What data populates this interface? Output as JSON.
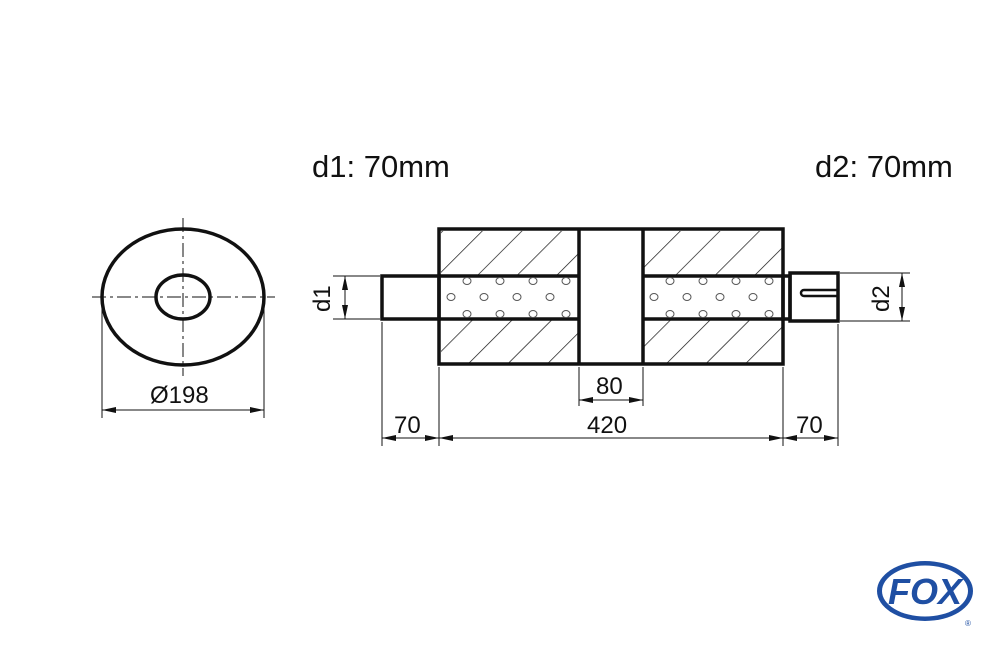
{
  "labels": {
    "d1_title": "d1: 70mm",
    "d2_title": "d2: 70mm",
    "d1": "d1",
    "d2": "d2",
    "diameter": "Ø198",
    "inlet_length": "70",
    "body_length": "420",
    "chamber_gap": "80",
    "outlet_length": "70"
  },
  "logo": {
    "text": "FOX",
    "registered": "®",
    "color": "#1f4fa3"
  }
}
